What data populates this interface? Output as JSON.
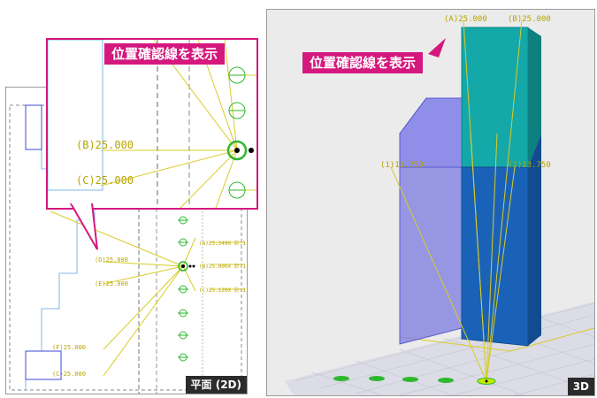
{
  "callout_text": "位置確認線を表示",
  "plan": {
    "tag": "平面 (2D)",
    "labels": {
      "b": "(B)25.000",
      "c": "(C)25.000",
      "d": "(D)25.000",
      "e": "(E)25.000",
      "f": "(F)25.000"
    },
    "row_labels": {
      "r1": "(A)25.349X 計:1",
      "r2": "(B)25.000X 計:1",
      "r3": "(C)25.120X 計:1"
    }
  },
  "zoom": {
    "labels": {
      "b": "(B)25.000",
      "c": "(C)25.000"
    }
  },
  "view3d": {
    "tag": "3D",
    "labels": {
      "a_top": "(A)25.000",
      "b_top": "(B)25.000",
      "l1": "(1)13.750",
      "l2": "(2)13.750"
    }
  },
  "colors": {
    "callout": "#d4187e",
    "guide": "#d8cc28",
    "blue_box": "#7a7ae0",
    "teal_box": "#14a8a8",
    "deep_blue": "#1a62b8",
    "marker_green": "#2eb82e"
  }
}
